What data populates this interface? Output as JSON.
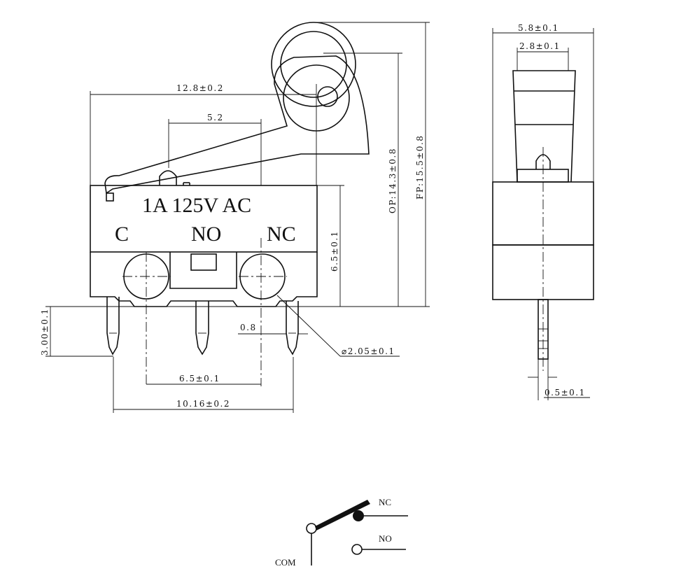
{
  "body_labels": {
    "rating": "1A 125V AC",
    "c": "C",
    "no": "NO",
    "nc": "NC"
  },
  "dimensions": {
    "overall_width": "12.8±0.2",
    "lever_pivot": "5.2",
    "body_height": "6.5±0.1",
    "operating_position": "OP:14.3±0.8",
    "free_position": "FP:15.5±0.8",
    "terminal_length": "3.00±0.1",
    "terminal_width": "0.8",
    "hole_diameter": "⌀2.05±0.1",
    "terminal_pitch": "6.5±0.1",
    "terminal_span": "10.16±0.2",
    "side_width": "5.8±0.1",
    "actuator_width": "2.8±0.1",
    "terminal_thickness": "0.5±0.1"
  },
  "schematic": {
    "nc": "NC",
    "no": "NO",
    "com": "COM"
  },
  "colors": {
    "line": "#111111",
    "background": "#ffffff"
  }
}
